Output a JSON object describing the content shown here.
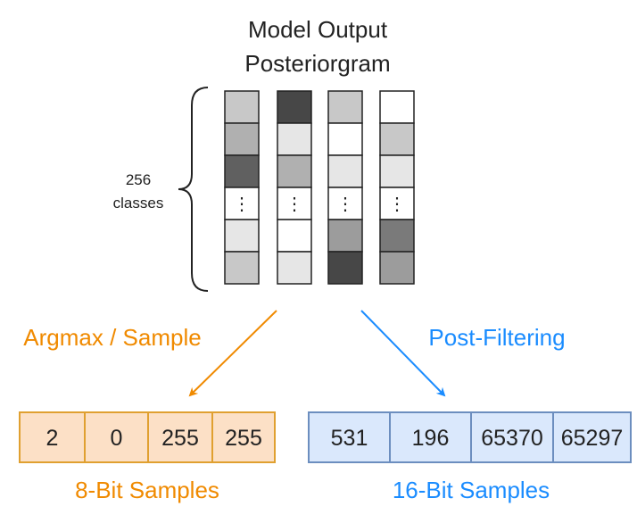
{
  "title": {
    "line1": "Model Output",
    "line2": "Posteriorgram"
  },
  "classes_label": {
    "line1": "256",
    "line2": "classes"
  },
  "ellipsis": "⋮",
  "posteriorgram": {
    "columns": [
      [
        "#c8c8c8",
        "#b0b0b0",
        "#606060",
        "ellipsis",
        "#e6e6e6",
        "#c8c8c8"
      ],
      [
        "#474747",
        "#e6e6e6",
        "#b0b0b0",
        "ellipsis",
        "#ffffff",
        "#e6e6e6"
      ],
      [
        "#c8c8c8",
        "#ffffff",
        "#e6e6e6",
        "ellipsis",
        "#9c9c9c",
        "#474747"
      ],
      [
        "#ffffff",
        "#c8c8c8",
        "#e6e6e6",
        "ellipsis",
        "#7a7a7a",
        "#9c9c9c"
      ]
    ]
  },
  "left_branch": {
    "label": "Argmax / Sample",
    "color": "#f08a00",
    "box_fill": "#fce0c6",
    "box_stroke": "#e0a030",
    "values": [
      "2",
      "0",
      "255",
      "255"
    ],
    "caption": "8-Bit Samples"
  },
  "right_branch": {
    "label": "Post-Filtering",
    "color": "#1a8cff",
    "box_fill": "#dae8fc",
    "box_stroke": "#6c8ebf",
    "values": [
      "531",
      "196",
      "65370",
      "65297"
    ],
    "caption": "16-Bit Samples"
  }
}
